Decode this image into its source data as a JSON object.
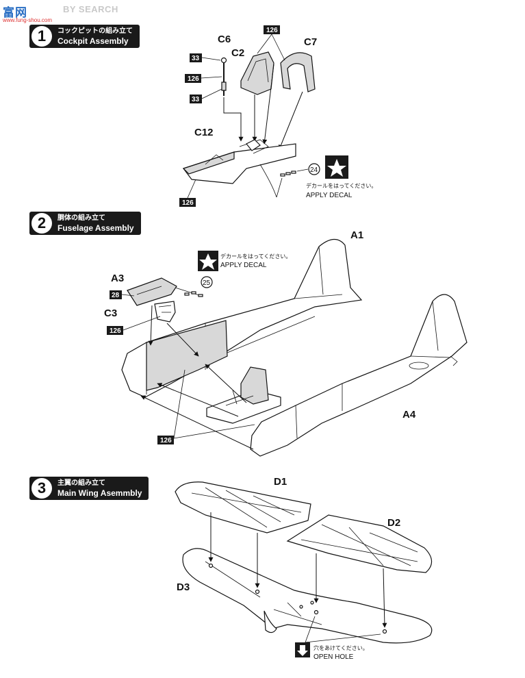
{
  "watermark": {
    "logo": "富",
    "logo_suffix": "网",
    "search": "BY SEARCH",
    "url": "www.fung-shou.com"
  },
  "steps": [
    {
      "number": "1",
      "jp": "コックピットの組み立て",
      "en": "Cockpit Assembly"
    },
    {
      "number": "2",
      "jp": "胴体の組み立て",
      "en": "Fuselage Assembly"
    },
    {
      "number": "3",
      "jp": "主翼の組み立て",
      "en": "Main Wing Asemmbly"
    }
  ],
  "step1": {
    "parts": [
      "C6",
      "C2",
      "C7",
      "C12"
    ],
    "paint_codes": [
      "126",
      "33",
      "126",
      "33",
      "126"
    ],
    "decal_number": "24",
    "decal_jp": "デカールをはってください。",
    "decal_en": "APPLY DECAL"
  },
  "step2": {
    "parts": [
      "A1",
      "A3",
      "C3",
      "A4"
    ],
    "paint_codes": [
      "28",
      "126",
      "126"
    ],
    "decal_number": "25",
    "decal_jp": "デカールをはってください。",
    "decal_en": "APPLY DECAL"
  },
  "step3": {
    "parts": [
      "D1",
      "D2",
      "D3"
    ],
    "hole_jp": "穴をあけてください。",
    "hole_en": "OPEN HOLE"
  },
  "colors": {
    "header_bg": "#1a1a1a",
    "shading": "#d8d8d8",
    "watermark_blue": "#2a6fc4"
  }
}
